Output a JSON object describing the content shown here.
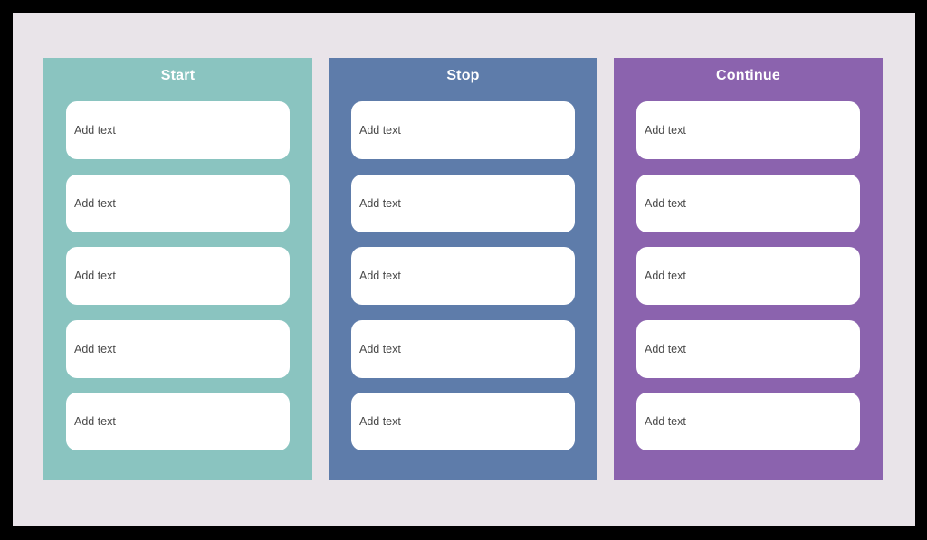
{
  "frame": {
    "outer_background": "#000000",
    "page_background": "#e9e4e9"
  },
  "board": {
    "title_text_color": "#ffffff",
    "card_background": "#ffffff",
    "card_text_color": "#4a4a4a",
    "columns": [
      {
        "title": "Start",
        "color": "#8ac4c0",
        "cards": [
          "Add text",
          "Add text",
          "Add text",
          "Add text",
          "Add text"
        ]
      },
      {
        "title": "Stop",
        "color": "#5e7caa",
        "cards": [
          "Add text",
          "Add text",
          "Add text",
          "Add text",
          "Add text"
        ]
      },
      {
        "title": "Continue",
        "color": "#8b63ae",
        "cards": [
          "Add text",
          "Add text",
          "Add text",
          "Add text",
          "Add text"
        ]
      }
    ]
  }
}
